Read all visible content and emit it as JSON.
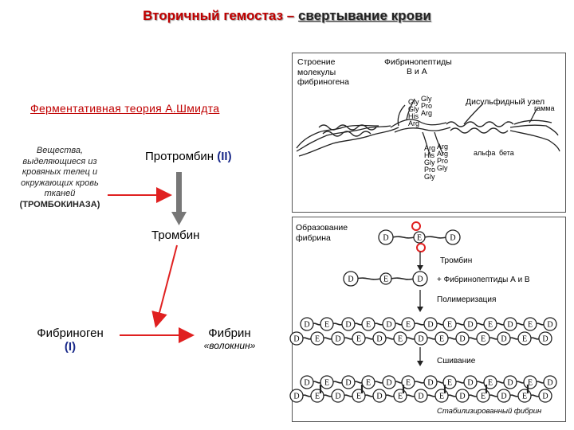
{
  "title": {
    "prefix": "Вторичный гемостаз – ",
    "underlined": "свертывание крови"
  },
  "theory": "Ферментативная теория А.Шмидта",
  "substances": {
    "text": "Вещества, выделяющиеся из кровяных телец и окружающих кровь тканей",
    "name": "(ТРОМБОКИНАЗА)"
  },
  "prothrombin": {
    "label": "Протромбин ",
    "roman": "(II)"
  },
  "thrombin": "Тромбин",
  "fibrinogen": {
    "label": "Фибриноген",
    "roman": "(I)"
  },
  "fibrin": {
    "label": "Фибрин",
    "sub": "«волокнин»"
  },
  "panel_top": {
    "caption": "Строение молекулы фибриногена",
    "fp_label": "Фибринопептиды",
    "fp_sub": "В и А",
    "aa_left": [
      "Gly",
      "Gly",
      "His",
      "Arg"
    ],
    "aa_pro": [
      "Gly",
      "Pro",
      "Arg"
    ],
    "aa_right": [
      "Arg",
      "His",
      "Gly",
      "Pro",
      "Gly"
    ],
    "aa_right2": [
      "Arg",
      "Arg",
      "Pro",
      "Gly"
    ],
    "disulfide": "Дисульфидный узел",
    "gamma": "гамма",
    "alpha": "альфа",
    "beta": "бета"
  },
  "panel_bottom": {
    "caption": "Образование фибрина",
    "d": "D",
    "e": "E",
    "step_thrombin": "Тромбин",
    "step_fp": "+ Фибринопептиды А и В",
    "step_poly": "Полимеризация",
    "step_sew": "Сшивание",
    "final": "Стабилизированный фибрин"
  },
  "colors": {
    "title": "#c00000",
    "arrow_red": "#e02020",
    "arrow_gray": "#777777",
    "roman": "#1a2a8a"
  }
}
